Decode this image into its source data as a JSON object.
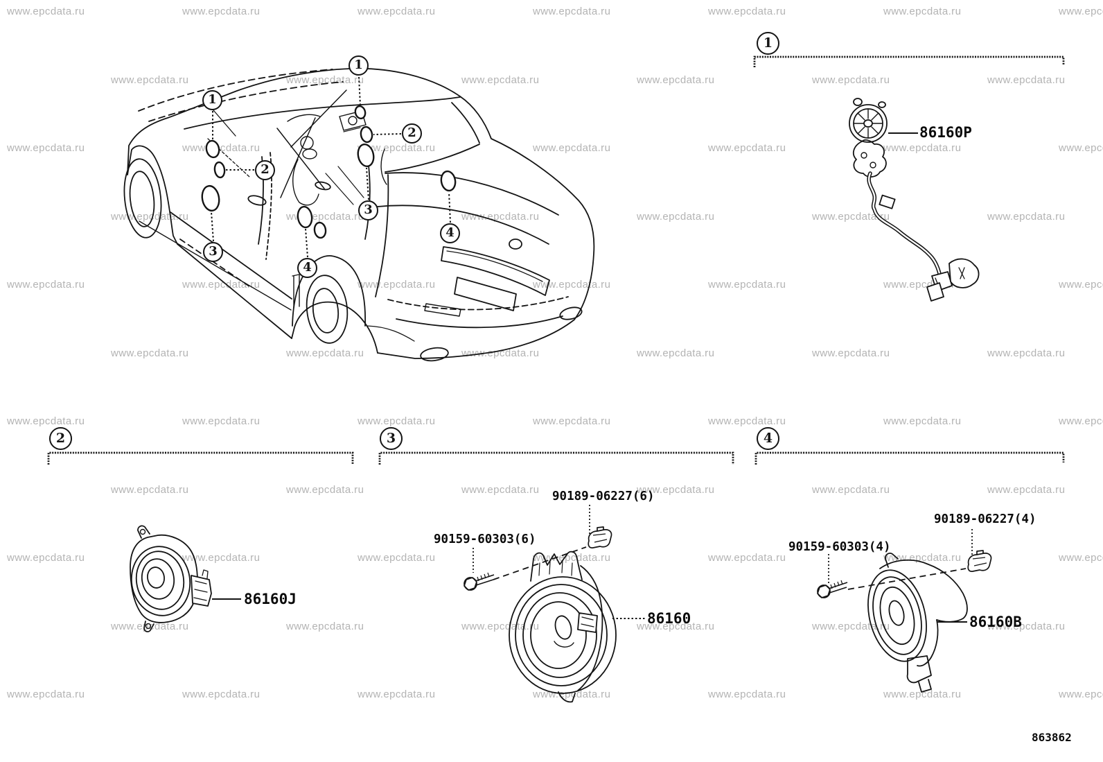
{
  "watermark": {
    "text": "www.epcdata.ru"
  },
  "figure_number": "863862",
  "colors": {
    "line": "#141414",
    "watermark": "#b3b3b3",
    "background": "#ffffff"
  },
  "car_callouts": [
    {
      "label": "1"
    },
    {
      "label": "1"
    },
    {
      "label": "2"
    },
    {
      "label": "2"
    },
    {
      "label": "3"
    },
    {
      "label": "3"
    },
    {
      "label": "4"
    },
    {
      "label": "4"
    }
  ],
  "sections": [
    {
      "number": "1",
      "parts": [
        {
          "code": "86160P"
        }
      ]
    },
    {
      "number": "2",
      "parts": [
        {
          "code": "86160J"
        }
      ]
    },
    {
      "number": "3",
      "parts": [
        {
          "code": "86160"
        },
        {
          "code": "90159-60303(6)"
        },
        {
          "code": "90189-06227(6)"
        }
      ]
    },
    {
      "number": "4",
      "parts": [
        {
          "code": "86160B"
        },
        {
          "code": "90159-60303(4)"
        },
        {
          "code": "90189-06227(4)"
        }
      ]
    }
  ]
}
